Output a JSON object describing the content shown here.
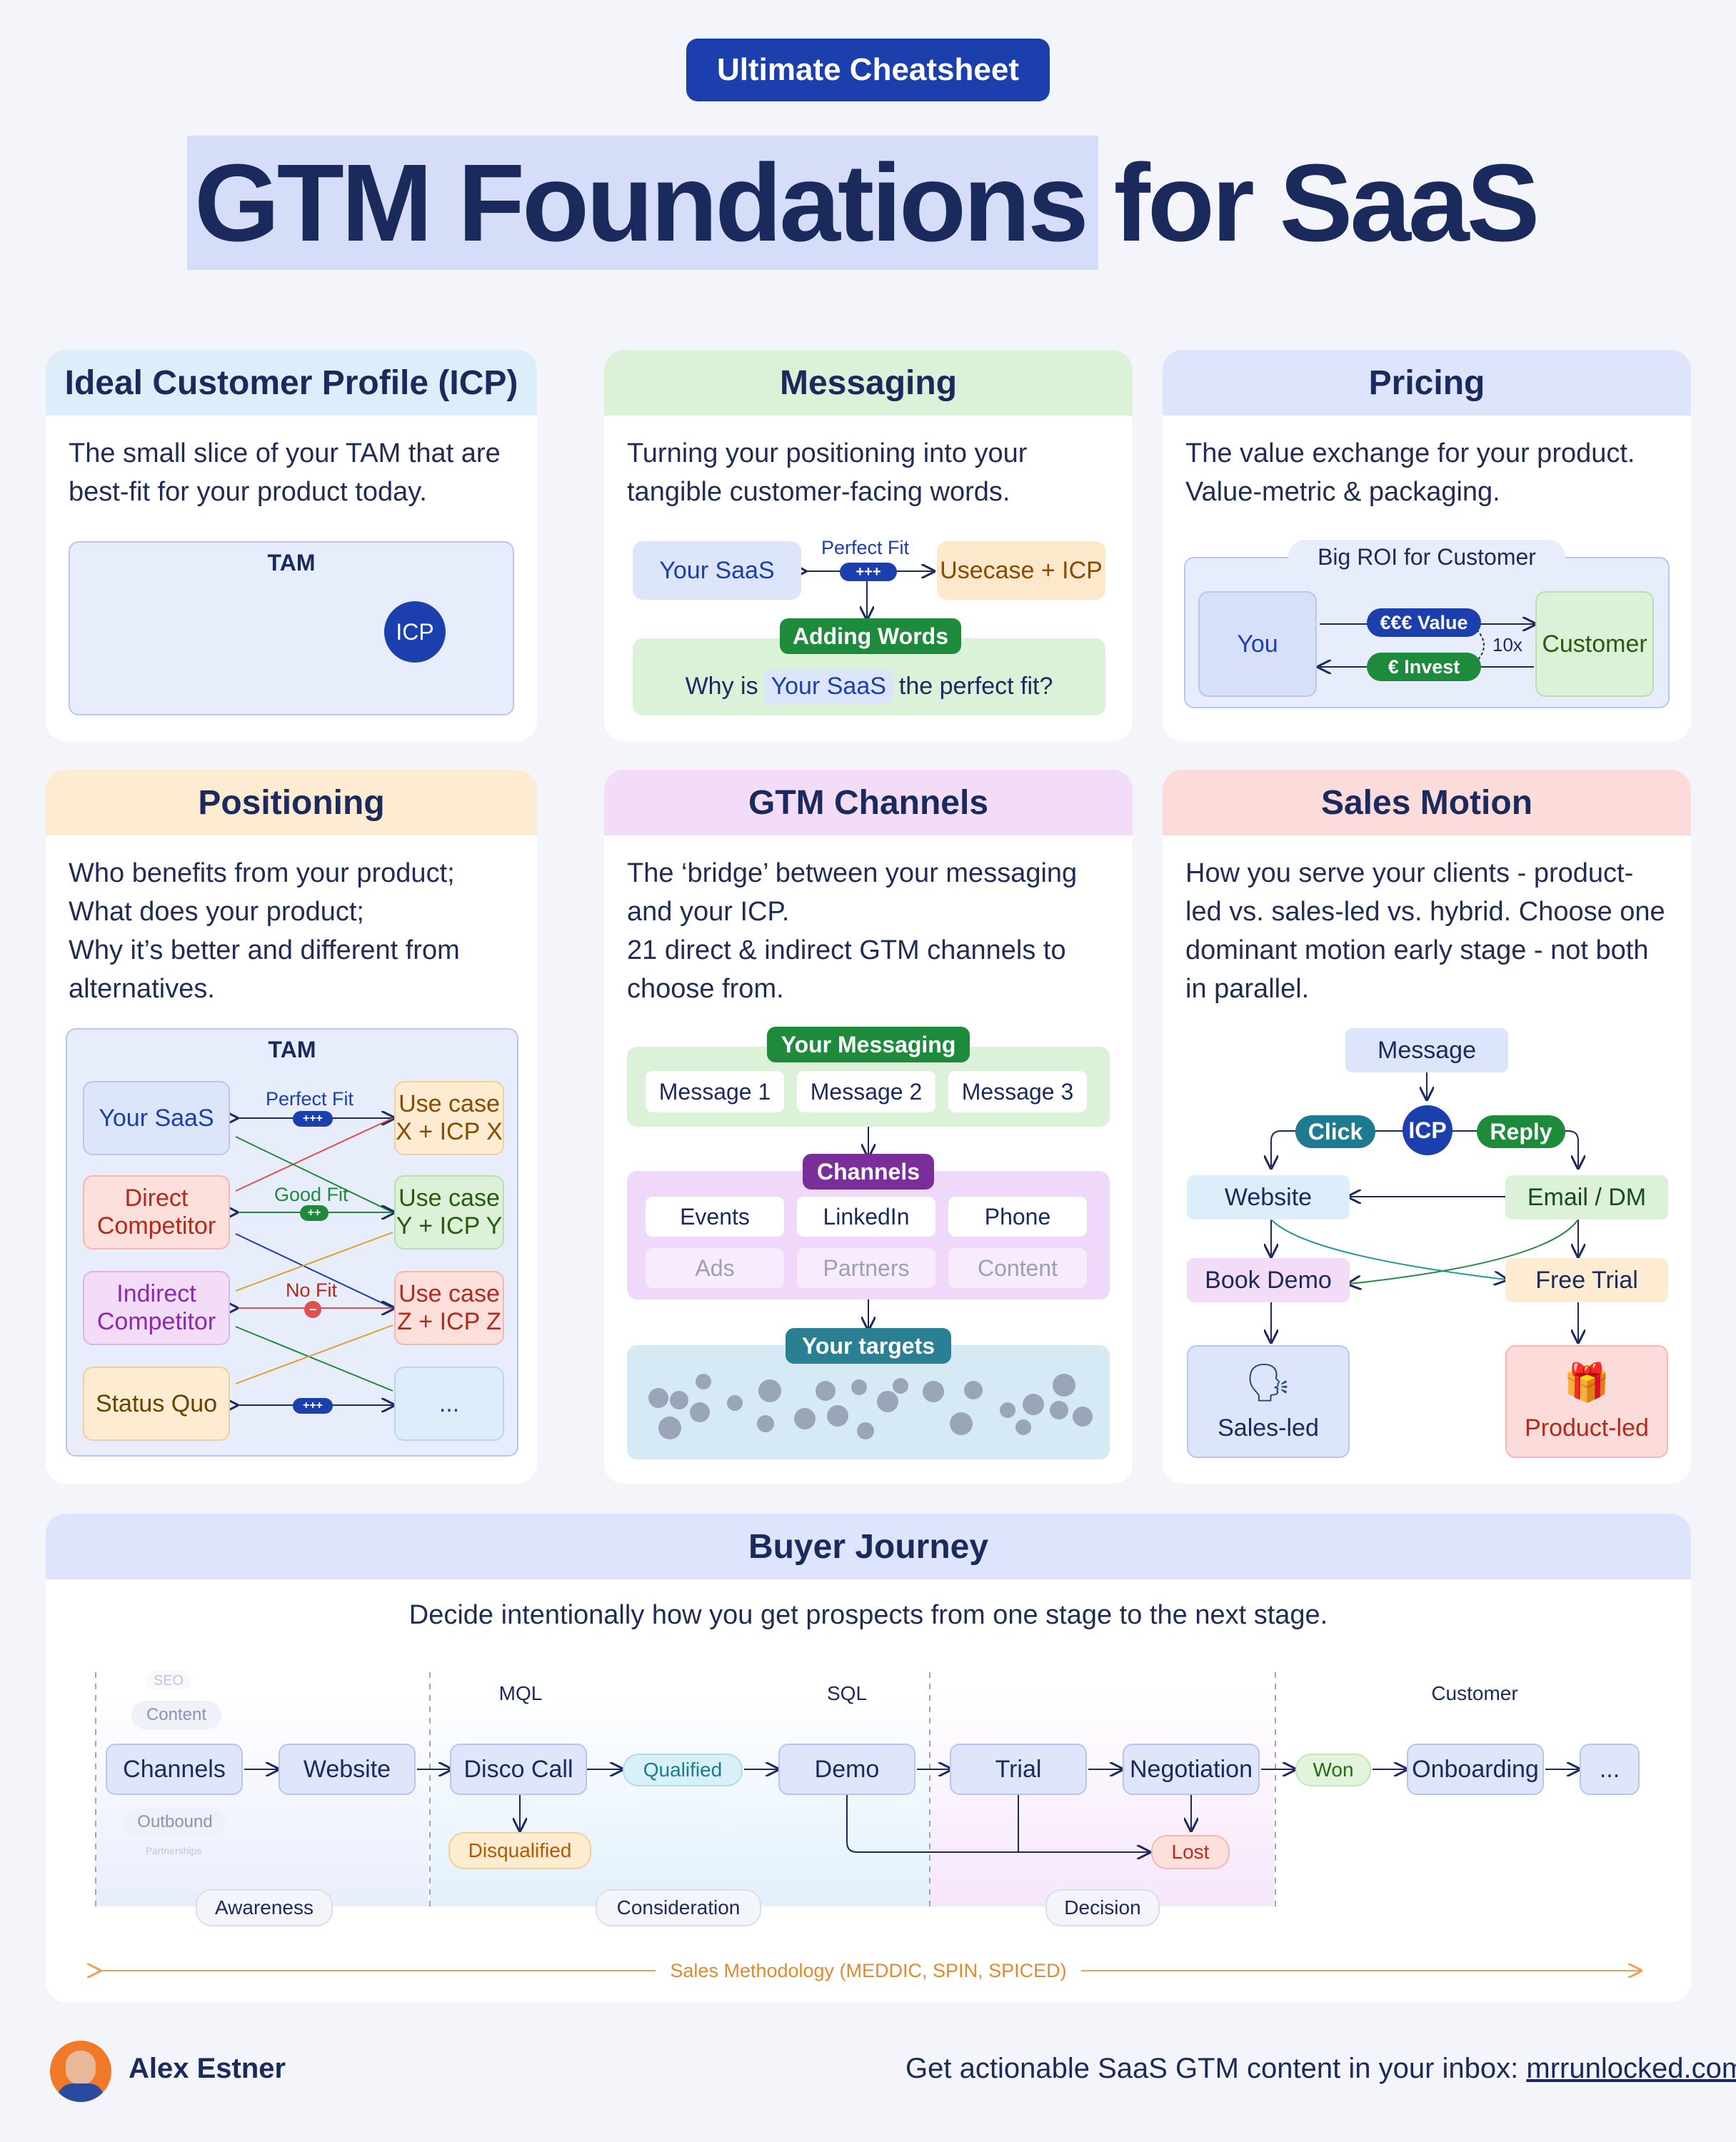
{
  "header": {
    "badge": "Ultimate Cheatsheet",
    "title": "GTM Foundations for SaaS"
  },
  "icp": {
    "title": "Ideal Customer Profile (ICP)",
    "desc": "The small slice of your TAM that are best-fit for your product today.",
    "tam": "TAM",
    "icp": "ICP"
  },
  "messaging": {
    "title": "Messaging",
    "desc": "Turning your positioning into your tangible customer-facing words.",
    "your_saas": "Your SaaS",
    "perfect_fit": "Perfect Fit",
    "plus": "+++",
    "usecase": "Usecase + ICP",
    "adding_words": "Adding Words",
    "why_pre": "Why is",
    "why_saas": "Your SaaS",
    "why_post": "the perfect fit?"
  },
  "pricing": {
    "title": "Pricing",
    "desc": "The value exchange for your product. Value-metric & packaging.",
    "roi": "Big ROI for Customer",
    "you": "You",
    "value": "€€€ Value",
    "invest": "€ Invest",
    "ratio": "10x",
    "customer": "Customer"
  },
  "positioning": {
    "title": "Positioning",
    "desc": "Who benefits from your product;\nWhat does your product;\nWhy it’s better and different from alternatives.",
    "tam": "TAM",
    "left": [
      "Your SaaS",
      "Direct Competitor",
      "Indirect Competitor",
      "Status Quo"
    ],
    "right": [
      "Use case X + ICP X",
      "Use case Y + ICP Y",
      "Use case Z + ICP Z",
      "..."
    ],
    "perfect_fit": "Perfect Fit",
    "good_fit": "Good Fit",
    "no_fit": "No Fit",
    "plus3": "+++",
    "plus2": "++",
    "minus": "−"
  },
  "channels": {
    "title": "GTM Channels",
    "desc": "The ‘bridge’ between your messaging and your ICP.\n21 direct & indirect GTM channels to choose from.",
    "your_messaging": "Your Messaging",
    "messages": [
      "Message 1",
      "Message 2",
      "Message 3"
    ],
    "channels_label": "Channels",
    "channel_items": [
      "Events",
      "LinkedIn",
      "Phone"
    ],
    "channel_items_faded": [
      "Ads",
      "Partners",
      "Content"
    ],
    "targets": "Your targets"
  },
  "sales": {
    "title": "Sales Motion",
    "desc": "How you serve your clients - product-led vs. sales-led vs. hybrid. Choose one dominant motion early stage - not both in parallel.",
    "message": "Message",
    "click": "Click",
    "icp": "ICP",
    "reply": "Reply",
    "website": "Website",
    "email": "Email / DM",
    "book_demo": "Book Demo",
    "free_trial": "Free Trial",
    "sales_led": "Sales-led",
    "product_led": "Product-led"
  },
  "journey": {
    "title": "Buyer Journey",
    "desc": "Decide intentionally how you get prospects from one stage to the next stage.",
    "faded": {
      "seo": "SEO",
      "content": "Content",
      "outbound": "Outbound",
      "partnerships": "Partnerships"
    },
    "tags": {
      "mql": "MQL",
      "sql": "SQL",
      "customer": "Customer"
    },
    "stages": [
      "Channels",
      "Website",
      "Disco Call",
      "Demo",
      "Trial",
      "Negotiation",
      "Onboarding",
      "..."
    ],
    "qualified": "Qualified",
    "won": "Won",
    "disqualified": "Disqualified",
    "lost": "Lost",
    "phases": [
      "Awareness",
      "Consideration",
      "Decision"
    ],
    "methodology": "Sales Methodology (MEDDIC, SPIN, SPICED)"
  },
  "footer": {
    "name": "Alex Estner",
    "cta": "Get actionable SaaS GTM content in your inbox:",
    "link": "mrrunlocked.com"
  },
  "colors": {
    "brand": "#1c3fae",
    "navy": "#1a2a5c",
    "green": "#1e8a3c",
    "purple": "#7a2e9a",
    "teal": "#2b7f92"
  }
}
